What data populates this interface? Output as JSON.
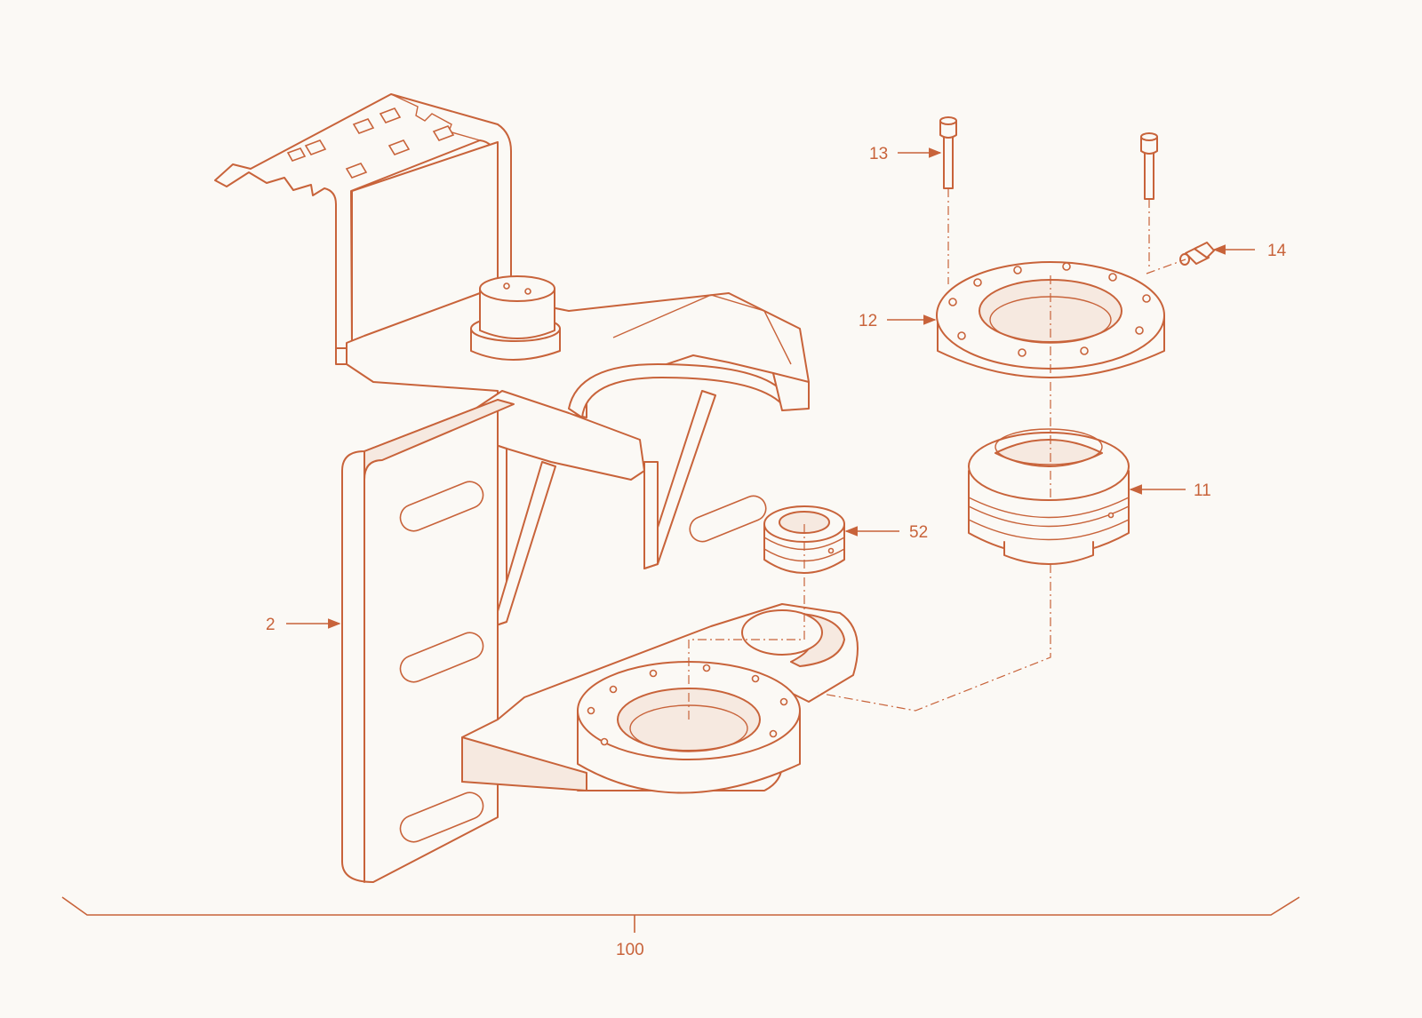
{
  "callouts": {
    "c13": "13",
    "c14": "14",
    "c12": "12",
    "c11": "11",
    "c52": "52",
    "c2": "2",
    "c100": "100"
  },
  "colors": {
    "line": "#c8633a",
    "background": "#fbf9f5"
  }
}
